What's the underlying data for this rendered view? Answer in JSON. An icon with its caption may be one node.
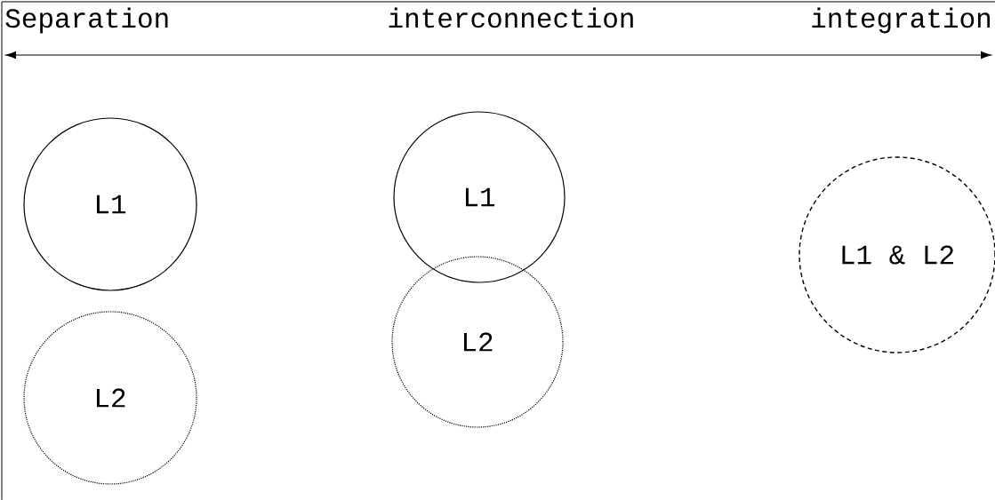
{
  "diagram": {
    "nodes": [
      {
        "text": [
          "L1"
        ]
      },
      {
        "text": [
          "L2"
        ]
      },
      {
        "text": [
          "L1"
        ]
      },
      {
        "text": [
          "L2"
        ]
      },
      {
        "text": [
          "L1 & L2"
        ]
      }
    ],
    "labels": [
      "Separation",
      "interconnection",
      "integration"
    ]
  }
}
